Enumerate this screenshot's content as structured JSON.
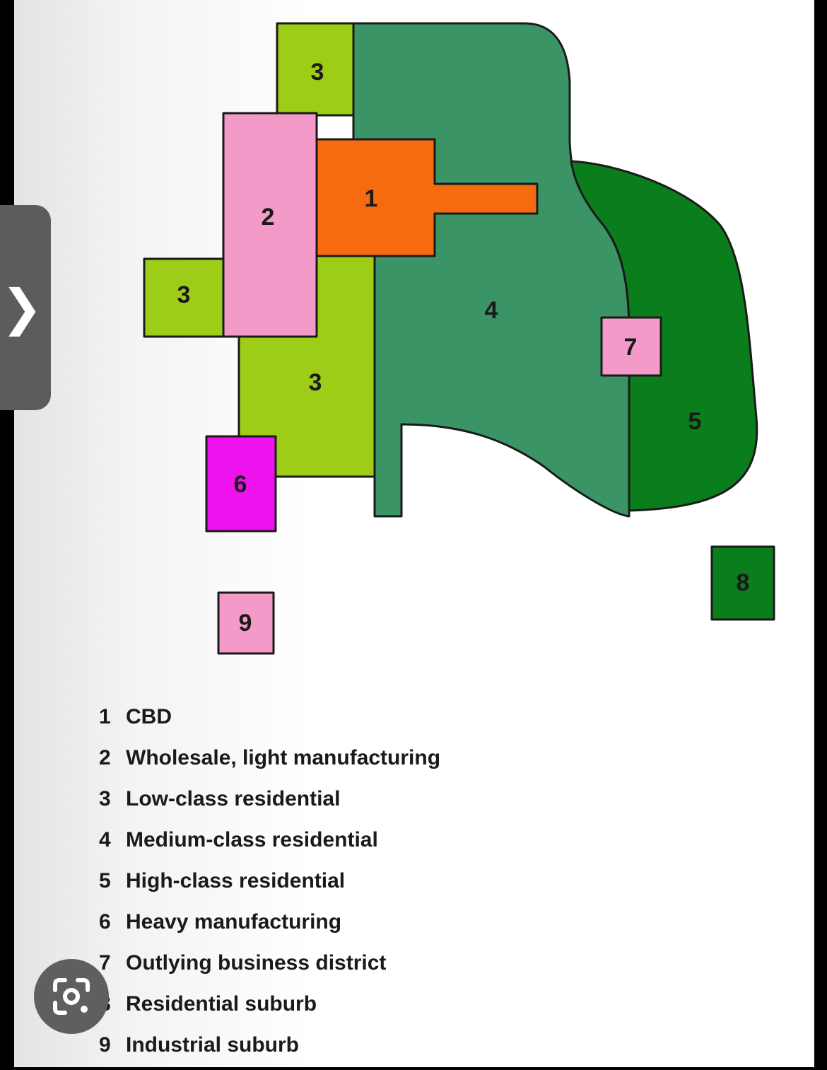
{
  "diagram": {
    "zones": [
      {
        "number": "1",
        "label": "CBD",
        "color": "#f76b10"
      },
      {
        "number": "2",
        "label": "Wholesale, light manufacturing",
        "color": "#f39ac9"
      },
      {
        "number": "3",
        "label": "Low-class residential",
        "color": "#9dcd17"
      },
      {
        "number": "4",
        "label": "Medium-class residential",
        "color": "#3a9466"
      },
      {
        "number": "5",
        "label": "High-class residential",
        "color": "#0a7d1c"
      },
      {
        "number": "6",
        "label": "Heavy manufacturing",
        "color": "#ee12ee"
      },
      {
        "number": "7",
        "label": "Outlying business district",
        "color": "#f39ac9"
      },
      {
        "number": "8",
        "label": "Residential suburb",
        "color": "#0a7d1c"
      },
      {
        "number": "9",
        "label": "Industrial suburb",
        "color": "#f39ac9"
      }
    ]
  },
  "viewer": {
    "side_handle_icon": "chevron-right-icon",
    "lens_icon": "camera-search-icon",
    "handle_color": "#5c5c5c"
  }
}
